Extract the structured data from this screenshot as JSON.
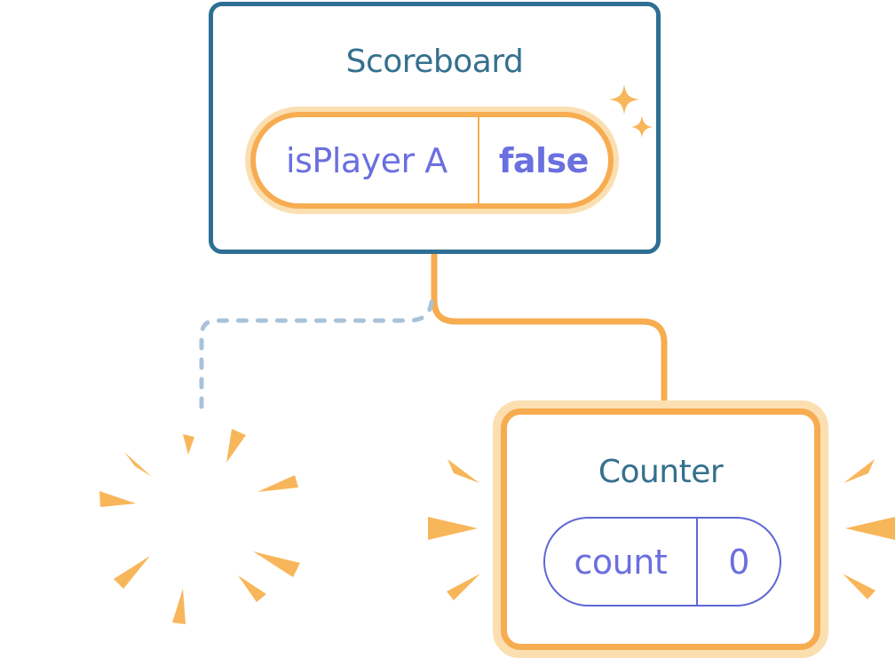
{
  "scoreboard": {
    "title": "Scoreboard",
    "state": {
      "key": "isPlayer A",
      "value": "false"
    }
  },
  "counter": {
    "title": "Counter",
    "state": {
      "key": "count",
      "value": "0"
    }
  },
  "decorations": {
    "sparkles": "sparkle-icon",
    "destroyed_component": "explosion-burst-card",
    "counter_emphasis": "emphasis-burst-marks",
    "solid_connector": "parent-child-connector",
    "dashed_connector": "removed-child-connector"
  },
  "colors": {
    "cardBorderBlue": "#2E6F94",
    "titleTeal": "#35708E",
    "orange": "#F7AC50",
    "orangeLight": "#FBDFB1",
    "burstOrange": "#F8B65A",
    "statePurple": "#6B6FDF",
    "pillBorderPurple": "#5F66D6",
    "dashBlue": "#A9C2D8",
    "background": "#FFFFFF"
  }
}
